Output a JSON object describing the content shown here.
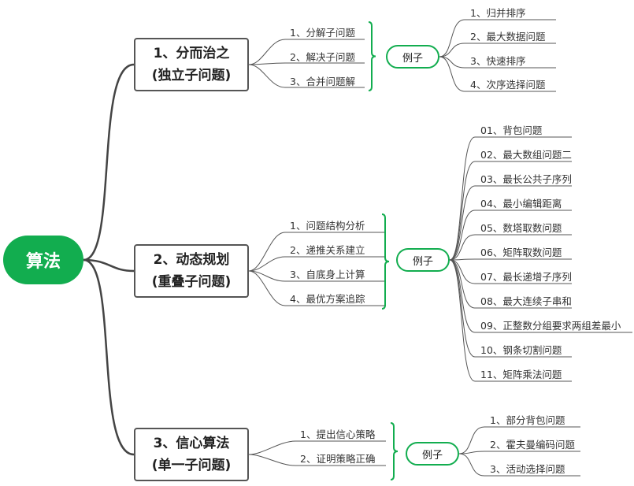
{
  "root": "算法",
  "branches": [
    {
      "title": "1、分而治之",
      "subtitle": "(独立子问题)",
      "steps": [
        "1、分解子问题",
        "2、解决子问题",
        "3、合并问题解"
      ],
      "example_label": "例子",
      "examples": [
        "1、归并排序",
        "2、最大数据问题",
        "3、快速排序",
        "4、次序选择问题"
      ]
    },
    {
      "title": "2、动态规划",
      "subtitle": "(重叠子问题)",
      "steps": [
        "1、问题结构分析",
        "2、递推关系建立",
        "3、自底身上计算",
        "4、最优方案追踪"
      ],
      "example_label": "例子",
      "examples": [
        "01、背包问题",
        "02、最大数组问题二",
        "03、最长公共子序列",
        "04、最小编辑距离",
        "05、数塔取数问题",
        "06、矩阵取数问题",
        "07、最长递增子序列",
        "08、最大连续子串和",
        "09、正整数分组要求两组差最小",
        "10、钢条切割问题",
        "11、矩阵乘法问题"
      ]
    },
    {
      "title": "3、信心算法",
      "subtitle": "(单一子问题)",
      "steps": [
        "1、提出信心策略",
        "2、证明策略正确"
      ],
      "example_label": "例子",
      "examples": [
        "1、部分背包问题",
        "2、霍夫曼编码问题",
        "3、活动选择问题"
      ]
    }
  ],
  "colors": {
    "accent": "#12ad4f",
    "line": "#555555"
  }
}
